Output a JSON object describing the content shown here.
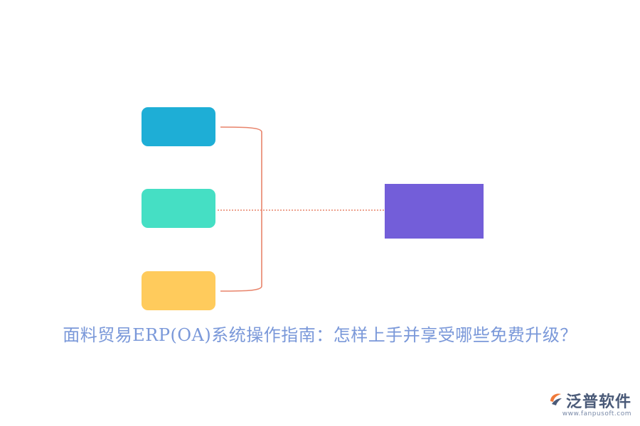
{
  "diagram": {
    "nodes": [
      {
        "id": "node-1",
        "label": "",
        "color": "#1EAED6"
      },
      {
        "id": "node-2",
        "label": "",
        "color": "#45DFC4"
      },
      {
        "id": "node-3",
        "label": "",
        "color": "#FFCB5C"
      }
    ],
    "hub": {
      "label": "",
      "color": "#735ED9"
    },
    "connector_color": "#E8836A"
  },
  "caption": {
    "text": "面料贸易ERP(OA)系统操作指南：怎样上手并享受哪些免费升级？",
    "color": "#7A98D9"
  },
  "watermark": {
    "name": "泛普软件",
    "url": "www.fanpusoft.com",
    "icon": "fanpu-logo-icon"
  }
}
